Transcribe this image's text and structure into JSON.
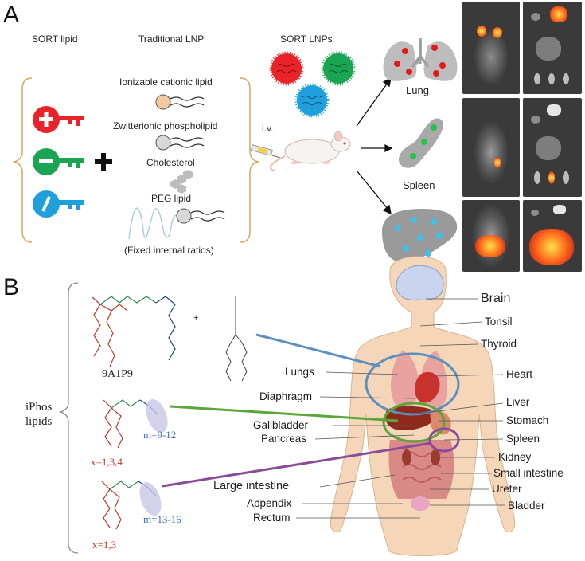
{
  "panel_a": {
    "letter": "A",
    "sort_lipid_title": "SORT lipid",
    "traditional_lnp_title": "Traditional LNP",
    "sort_lnps_title": "SORT LNPs",
    "components": [
      "Ionizable cationic lipid",
      "Zwitterionic phospholipid",
      "Cholesterol",
      "PEG lipid",
      "(Fixed internal ratios)"
    ],
    "plus_sign": "+",
    "injection_label": "i.v.",
    "targets": [
      "Lung",
      "Spleen"
    ],
    "colors": {
      "red": "#e8232a",
      "green": "#1aa552",
      "blue": "#1fa0dc"
    }
  },
  "panel_b": {
    "letter": "B",
    "group_label_line1": "iPhos",
    "group_label_line2": "lipids",
    "lipid_name": "9A1P9",
    "plus_sign": "+",
    "x_range_1": "x=1,3,4",
    "m_range_1": "m=9-12",
    "x_range_2": "x=1,3",
    "m_range_2": "m=13-16",
    "body_labels_right": [
      "Brain",
      "Tonsil",
      "Thyroid",
      "Heart",
      "Liver",
      "Stomach",
      "Spleen",
      "Kidney",
      "Small intestine",
      "Ureter",
      "Bladder"
    ],
    "body_labels_left": [
      "Lungs",
      "Diaphragm",
      "Gallbladder",
      "Pancreas",
      "Large intestine",
      "Appendix",
      "Rectum"
    ],
    "connector_colors": {
      "blue": "#5b8fc0",
      "green": "#5aa63a",
      "purple": "#8a4b99"
    }
  }
}
